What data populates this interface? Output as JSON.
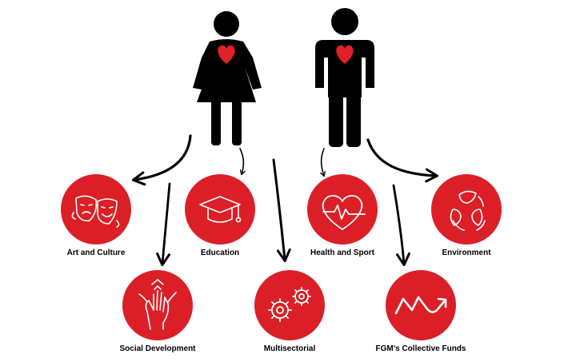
{
  "colors": {
    "circle": "#dc1f26",
    "figure": "#000000",
    "heart": "#e02127",
    "icon_stroke": "#ffffff",
    "text": "#000000"
  },
  "figures": [
    {
      "id": "woman",
      "icon": "woman-figure-icon"
    },
    {
      "id": "man",
      "icon": "man-figure-icon"
    }
  ],
  "categories": [
    {
      "id": "art-culture",
      "label": "Art and Culture",
      "icon": "theater-masks-icon"
    },
    {
      "id": "education",
      "label": "Education",
      "icon": "graduation-cap-icon"
    },
    {
      "id": "health-sport",
      "label": "Health and Sport",
      "icon": "heartbeat-icon"
    },
    {
      "id": "environment",
      "label": "Environment",
      "icon": "recycle-leaves-icon"
    },
    {
      "id": "social-development",
      "label": "Social Development",
      "icon": "helping-hands-icon"
    },
    {
      "id": "multisectorial",
      "label": "Multisectorial",
      "icon": "gears-icon"
    },
    {
      "id": "fgm-collective-funds",
      "label": "FGM's Collective Funds",
      "icon": "growth-arrow-icon"
    }
  ]
}
